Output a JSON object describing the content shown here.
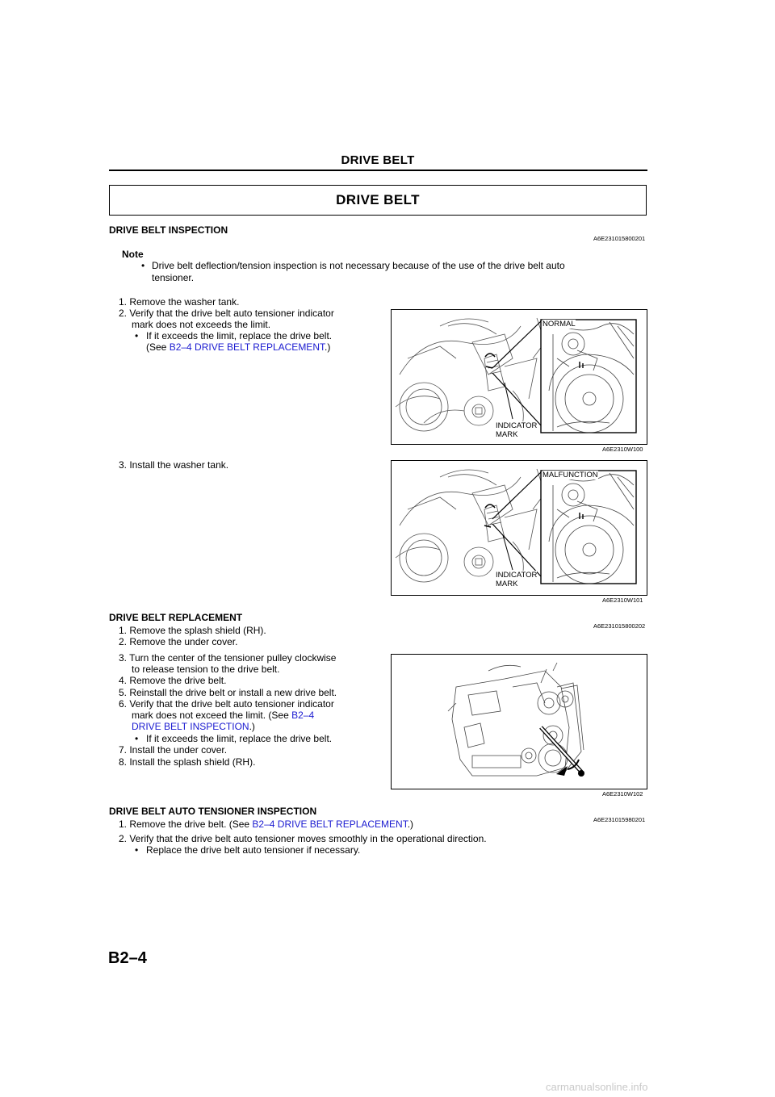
{
  "header": {
    "title": "DRIVE BELT",
    "boxed_title": "DRIVE BELT"
  },
  "inspection": {
    "heading": "DRIVE BELT INSPECTION",
    "code": "A6E231015800201",
    "note_label": "Note",
    "note_text_1": "Drive belt deflection/tension inspection is not necessary because of the use of the drive belt auto",
    "note_text_2": "tensioner.",
    "step1": "1. Remove the washer tank.",
    "step2_a": "2. Verify that the drive belt auto tensioner indicator",
    "step2_b": "mark does not exceeds the limit.",
    "bullet1": "If it exceeds the limit, replace the drive belt.",
    "see_prefix": "(See ",
    "see_link": "B2–4 DRIVE BELT REPLACEMENT",
    "see_suffix": ".)",
    "step3": "3. Install the washer tank."
  },
  "figure1": {
    "label_top": "NORMAL",
    "label_bottom_1": "INDICATOR",
    "label_bottom_2": "MARK",
    "code": "A6E2310W100"
  },
  "figure2": {
    "label_top": "MALFUNCTION",
    "label_bottom_1": "INDICATOR",
    "label_bottom_2": "MARK",
    "code": "A6E2310W101"
  },
  "replacement": {
    "heading": "DRIVE BELT REPLACEMENT",
    "code": "A6E231015800202",
    "s1": "1. Remove the splash shield (RH).",
    "s2": "2. Remove the under cover.",
    "s3a": "3. Turn the center of the tensioner pulley clockwise",
    "s3b": "to release tension to the drive belt.",
    "s4": "4. Remove the drive belt.",
    "s5": "5. Reinstall the drive belt or install a new drive belt.",
    "s6a": "6. Verify that the drive belt auto tensioner indicator",
    "s6b_prefix": "mark does not exceed the limit. (See ",
    "s6b_link": "B2–4",
    "s6c_link": "DRIVE BELT INSPECTION",
    "s6c_suffix": ".)",
    "bullet": "If it exceeds the limit, replace the drive belt.",
    "s7": "7. Install the under cover.",
    "s8": "8. Install the splash shield (RH)."
  },
  "figure3": {
    "code": "A6E2310W102"
  },
  "auto_tensioner": {
    "heading": "DRIVE BELT AUTO TENSIONER INSPECTION",
    "code": "A6E231015980201",
    "s1_prefix": "1. Remove the drive belt. (See ",
    "s1_link": "B2–4 DRIVE BELT REPLACEMENT",
    "s1_suffix": ".)",
    "s2": "2. Verify that the drive belt auto tensioner moves smoothly in the operational direction.",
    "bullet": "Replace the drive belt auto tensioner if necessary."
  },
  "footer": {
    "page_number": "B2–4"
  },
  "watermark": "carmanualsonline.info",
  "colors": {
    "link": "#1a1ad0",
    "text": "#000000",
    "watermark": "#c9c9c9"
  }
}
